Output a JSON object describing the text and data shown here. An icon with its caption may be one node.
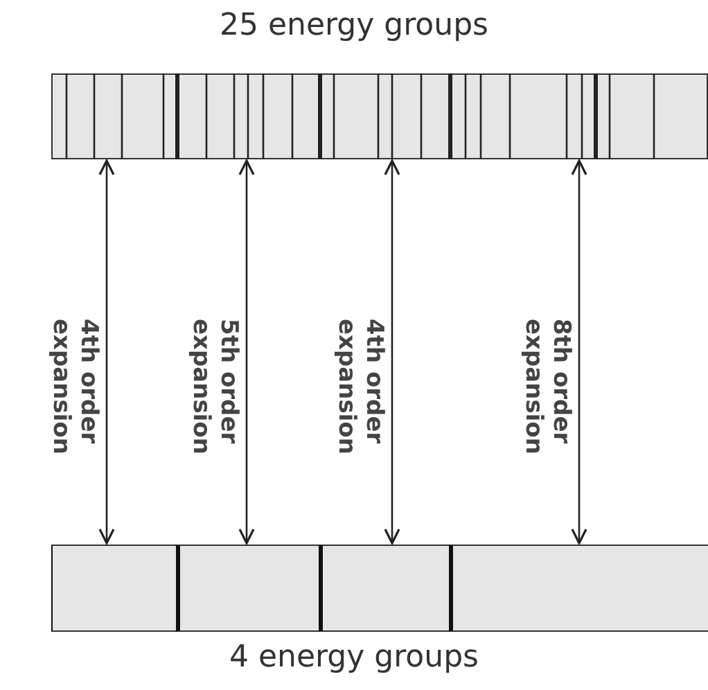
{
  "diagram": {
    "nodes": [
      {
        "text": [
          "25 energy groups"
        ]
      },
      {
        "text": [
          "4 energy groups"
        ]
      },
      {
        "text": [],
        "shape": "box",
        "in": 1
      },
      {
        "text": [],
        "shape": "box",
        "in": 1
      },
      {
        "text": [],
        "shape": "box",
        "in": 1
      },
      {
        "text": [],
        "shape": "box",
        "in": 1
      }
    ],
    "edges": [
      {
        "from": 0,
        "to": 2,
        "arrow": "both",
        "label": "4th order expansion"
      },
      {
        "from": 0,
        "to": 3,
        "arrow": "both",
        "label": "5th order expansion"
      },
      {
        "from": 0,
        "to": 4,
        "arrow": "both",
        "label": "4th order expansion"
      },
      {
        "from": 0,
        "to": 5,
        "arrow": "both",
        "label": "8th order expansion"
      }
    ]
  }
}
